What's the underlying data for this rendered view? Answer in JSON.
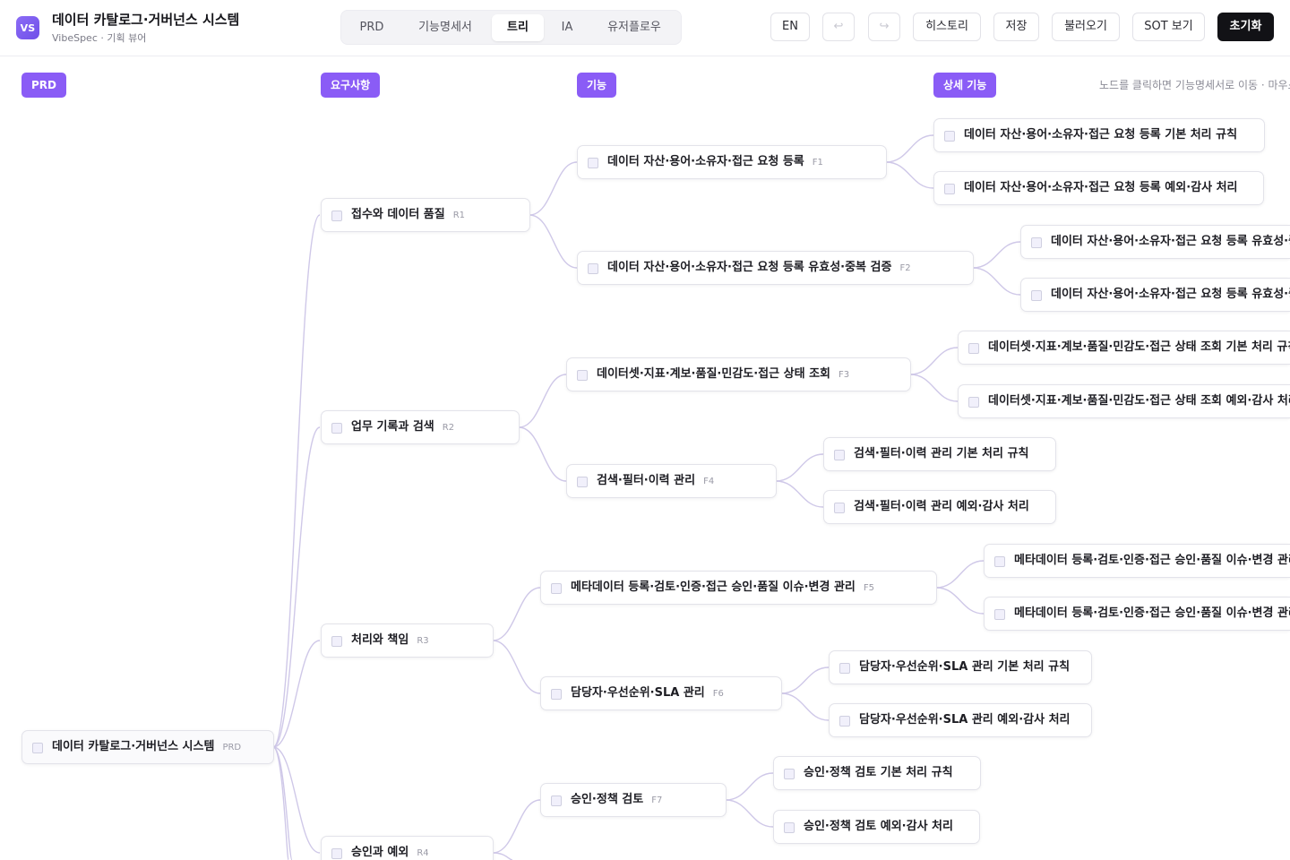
{
  "app": {
    "logo": "VS",
    "title": "데이터 카탈로그·거버넌스 시스템",
    "subtitle": "VibeSpec · 기획 뷰어"
  },
  "tabs": [
    {
      "label": "PRD",
      "active": false
    },
    {
      "label": "기능명세서",
      "active": false
    },
    {
      "label": "트리",
      "active": true
    },
    {
      "label": "IA",
      "active": false
    },
    {
      "label": "유저플로우",
      "active": false
    }
  ],
  "toolbar": {
    "lang": "EN",
    "undo_icon": "undo-icon",
    "redo_icon": "redo-icon",
    "undo": "↩",
    "redo": "↪",
    "history": "히스토리",
    "save": "저장",
    "load": "불러오기",
    "sot": "SOT 보기",
    "reset": "초기화"
  },
  "columns": {
    "prd": "PRD",
    "requirements": "요구사항",
    "features": "기능",
    "details": "상세 기능"
  },
  "hint": "노드를 클릭하면 기능명세서로 이동 · 마우스",
  "tree": {
    "root": {
      "label": "데이터 카탈로그·거버넌스 시스템",
      "code": "PRD"
    },
    "requirements": [
      {
        "label": "접수와 데이터 품질",
        "code": "R1"
      },
      {
        "label": "업무 기록과 검색",
        "code": "R2"
      },
      {
        "label": "처리와 책임",
        "code": "R3"
      },
      {
        "label": "승인과 예외",
        "code": "R4"
      }
    ],
    "features": [
      {
        "label": "데이터 자산·용어·소유자·접근 요청 등록",
        "code": "F1"
      },
      {
        "label": "데이터 자산·용어·소유자·접근 요청 등록 유효성·중복 검증",
        "code": "F2"
      },
      {
        "label": "데이터셋·지표·계보·품질·민감도·접근 상태 조회",
        "code": "F3"
      },
      {
        "label": "검색·필터·이력 관리",
        "code": "F4"
      },
      {
        "label": "메타데이터 등록·검토·인증·접근 승인·품질 이슈·변경 관리",
        "code": "F5"
      },
      {
        "label": "담당자·우선순위·SLA 관리",
        "code": "F6"
      },
      {
        "label": "승인·정책 검토",
        "code": "F7"
      }
    ],
    "details": [
      "데이터 자산·용어·소유자·접근 요청 등록 기본 처리 규칙",
      "데이터 자산·용어·소유자·접근 요청 등록 예외·감사 처리",
      "데이터 자산·용어·소유자·접근 요청 등록 유효성·중복 검증 기본 처리 규칙",
      "데이터 자산·용어·소유자·접근 요청 등록 유효성·중복 검증 예외·감사 처리",
      "데이터셋·지표·계보·품질·민감도·접근 상태 조회 기본 처리 규칙",
      "데이터셋·지표·계보·품질·민감도·접근 상태 조회 예외·감사 처리",
      "검색·필터·이력 관리 기본 처리 규칙",
      "검색·필터·이력 관리 예외·감사 처리",
      "메타데이터 등록·검토·인증·접근 승인·품질 이슈·변경 관리 기본 처리 규칙",
      "메타데이터 등록·검토·인증·접근 승인·품질 이슈·변경 관리 예외·감사 처리",
      "담당자·우선순위·SLA 관리 기본 처리 규칙",
      "담당자·우선순위·SLA 관리 예외·감사 처리",
      "승인·정책 검토 기본 처리 규칙",
      "승인·정책 검토 예외·감사 처리"
    ]
  },
  "colors": {
    "accent": "#8a5cf6",
    "link": "#cfc8e8"
  }
}
